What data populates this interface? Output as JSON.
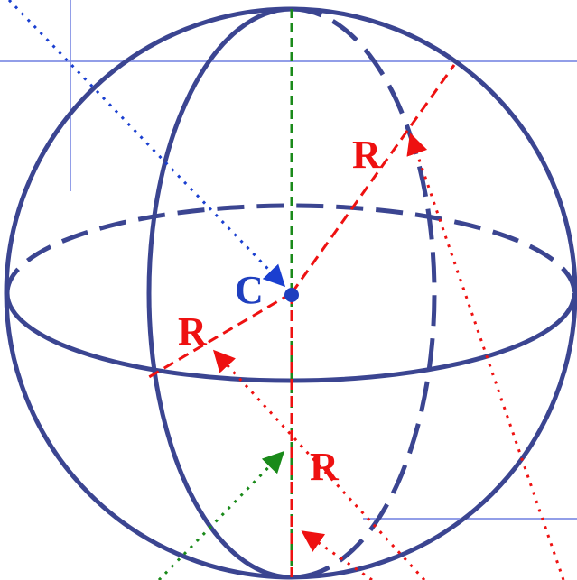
{
  "labels": {
    "center": "C",
    "radius_upper_right": "R",
    "radius_left": "R",
    "radius_lower": "R"
  },
  "colors": {
    "sphere": "#3b4591",
    "guide": "#6f7fe0",
    "radius": "#ee1111",
    "axis": "#1a8a1a",
    "center": "#1f3fbf",
    "pointer": "#1a3fd0"
  }
}
